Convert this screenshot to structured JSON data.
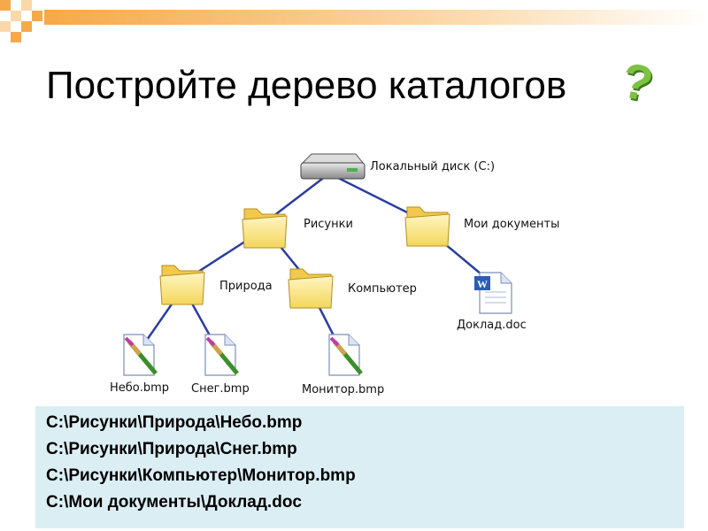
{
  "title": "Постройте дерево каталогов",
  "question_mark": "?",
  "tree": {
    "disk": "Локальный диск (C:)",
    "folder_pictures": "Рисунки",
    "folder_documents": "Мои документы",
    "folder_nature": "Природа",
    "folder_computer": "Компьютер",
    "file_doc": "Доклад.doc",
    "file_sky": "Небо.bmp",
    "file_snow": "Снег.bmp",
    "file_monitor": "Монитор.bmp"
  },
  "paths": [
    "C:\\Рисунки\\Природа\\Небо.bmp",
    "C:\\Рисунки\\Природа\\Снег.bmp",
    "C:\\Рисунки\\Компьютер\\Монитор.bmp",
    "C:\\Мои документы\\Доклад.doc"
  ],
  "colors": {
    "connector": "#2c3d9c",
    "accent_orange": "#f6a94a",
    "accent_green": "#7dc242",
    "paths_background": "#dbeef4"
  }
}
